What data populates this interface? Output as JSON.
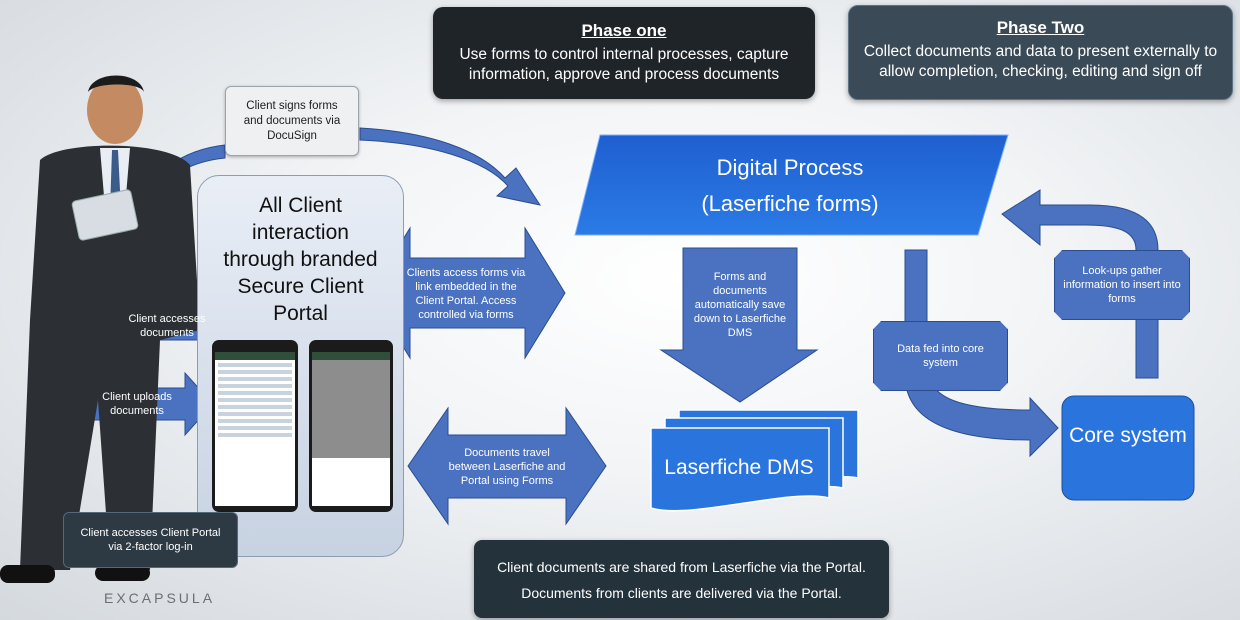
{
  "phase_one": {
    "title": "Phase one",
    "text": "Use forms to control internal processes, capture information, approve and process documents"
  },
  "phase_two": {
    "title": "Phase Two",
    "text": "Collect documents and data to present externally to allow completion, checking, editing and sign off"
  },
  "docusign_note": "Client signs forms and documents via DocuSign",
  "portal_title": "All Client interaction through branded Secure Client Portal",
  "client_accesses_docs": "Client accesses documents",
  "client_uploads_docs": "Client uploads documents",
  "client_portal_login": "Client accesses Client Portal via 2-factor log-in",
  "forms_access": "Clients access forms via link embedded in the Client Portal. Access controlled via forms",
  "docs_travel": "Documents travel between Laserfiche and Portal using Forms",
  "digital_process": {
    "line1": "Digital Process",
    "line2": "(Laserfiche forms)"
  },
  "forms_save": "Forms and documents automatically save down to Laserfiche DMS",
  "dms_label": "Laserfiche DMS",
  "data_fed": "Data fed into core system",
  "lookups": "Look-ups gather information to insert into forms",
  "core_system": "Core system",
  "bottom_note": {
    "line1": "Client documents are shared from Laserfiche via the Portal.",
    "line2": "Documents from clients are delivered via the Portal."
  },
  "brand": "EXCAPSULA",
  "colors": {
    "accent_blue": "#2e6fd6",
    "arrow_blue": "#4a72c0",
    "dark_box": "#1f2428"
  }
}
